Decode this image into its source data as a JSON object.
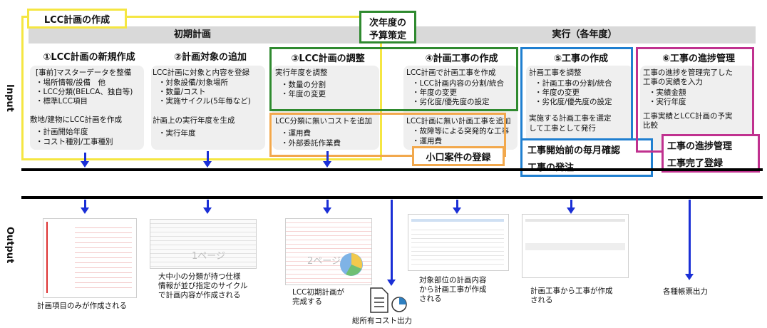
{
  "labels": {
    "input": "Input",
    "output": "Output"
  },
  "lcc_creation_title": "LCC計画の作成",
  "phases": {
    "initial": "初期計画",
    "execution": "実行（各年度）"
  },
  "next_year_budget": [
    "次年度の",
    "予算策定"
  ],
  "columns": [
    {
      "title": "①LCC計画の新規作成",
      "lines": [
        "[事前]マスターデータを整備",
        "・場所情報/設備　他",
        "・LCC分類(BELCA、独自等)",
        "・標準LCC項目",
        "敷地/建物にLCC計画を作成",
        "・計画開始年度",
        "・コスト種別/工事種別"
      ]
    },
    {
      "title": "②計画対象の追加",
      "lines": [
        "LCC計画に対象と内容を登録",
        "・対象設備/対象場所",
        "・数量/コスト",
        "・実施サイクル(5年毎など)",
        "計画上の実行年度を生成",
        "・実行年度"
      ]
    },
    {
      "title": "③LCC計画の調整",
      "lines": [
        "実行年度を調整",
        "・数量の分割",
        "・年度の変更"
      ],
      "lines_bottom": [
        "LCC分類に無いコストを追加",
        "・運用費",
        "・外部委託作業費"
      ]
    },
    {
      "title": "④計画工事の作成",
      "lines": [
        "LCC計画で計画工事を作成",
        "・LCC計画内容の分割/統合",
        "・年度の変更",
        "・劣化度/優先度の設定"
      ],
      "lines_bottom": [
        "LCC計画に無い計画工事を追加",
        "・故障等による突発的な工事",
        "・運用費"
      ]
    },
    {
      "title": "⑤工事の作成",
      "lines": [
        "計画工事を調整",
        "・計画工事の分割/統合",
        "・年度の変更",
        "・劣化度/優先度の設定",
        "実施する計画工事を選定",
        "して工事として発行"
      ]
    },
    {
      "title": "⑥工事の進捗管理",
      "lines": [
        "工事の進捗を管理完了した",
        "工事の実績を入力",
        "・実績金額",
        "・実行年度",
        "工事実績とLCC計画の予実",
        "比較"
      ]
    }
  ],
  "small_case": "小口案件の登録",
  "monthly_check": [
    "工事開始前の毎月確認",
    "工事の発注"
  ],
  "progress_box": [
    "工事の進捗管理",
    "工事完了登録"
  ],
  "outputs": {
    "out1": "計画項目のみが作成される",
    "out2": [
      "大中小の分類が持つ仕様",
      "情報が並び指定のサイクル",
      "で計画内容が作成される"
    ],
    "out3": [
      "LCC初期計画が",
      "完成する"
    ],
    "tco": "総所有コスト出力",
    "out4": [
      "対象部位の計画内容",
      "から計画工事が作成",
      "される"
    ],
    "out5": [
      "計画工事から工事が作成",
      "される"
    ],
    "out6": "各種帳票出力",
    "page1": "1ページ",
    "page2": "2ページ"
  },
  "colors": {
    "yellow": "#f5e642",
    "green": "#2f8a2f",
    "orange": "#f2a84c",
    "blue": "#1f7fd0",
    "magenta": "#c0318f",
    "arrow": "#1a2fd6"
  }
}
